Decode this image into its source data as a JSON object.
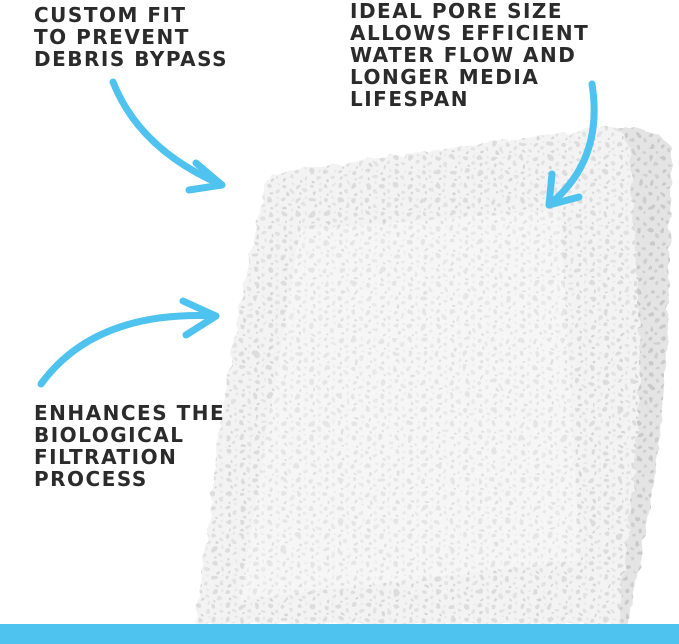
{
  "colors": {
    "accent": "#4fc3ef",
    "text": "#2b2b2b",
    "sponge_base": "#f1f1f1",
    "sponge_shadow": "#d9d9d9"
  },
  "callouts": {
    "custom_fit": {
      "lines": [
        "CUSTOM FIT",
        "TO PREVENT",
        "DEBRIS BYPASS"
      ]
    },
    "pore_size": {
      "lines": [
        "IDEAL PORE SIZE",
        "ALLOWS EFFICIENT",
        "WATER FLOW AND",
        "LONGER MEDIA",
        "LIFESPAN"
      ]
    },
    "biological": {
      "lines": [
        "ENHANCES THE",
        "BIOLOGICAL",
        "FILTRATION",
        "PROCESS"
      ]
    }
  },
  "icons": {
    "arrow_custom_fit": "curved-arrow-icon",
    "arrow_pore_size": "curved-arrow-icon",
    "arrow_biological": "curved-arrow-icon"
  }
}
